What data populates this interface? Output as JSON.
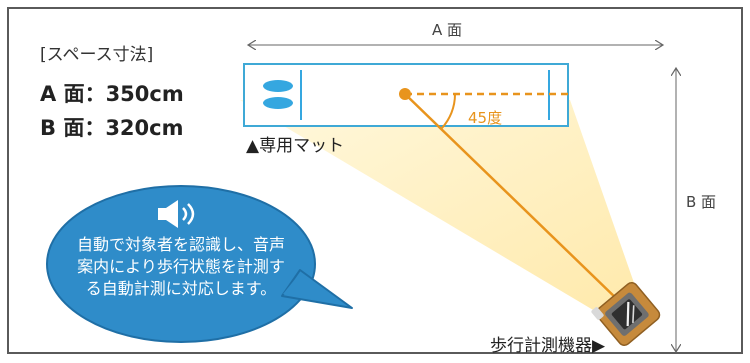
{
  "space_title": "[スペース寸法]",
  "dimension_a": "A 面：350cm",
  "dimension_b": "B 面：320cm",
  "top_label": "A 面",
  "side_label": "B 面",
  "mat_label": "▲専用マット",
  "angle_label": "45度",
  "device_label": "歩行計測機器▶",
  "bubble_text": "自動で対象者を認識し、音声案内により歩行状態を計測する自動計測に対応します。",
  "colors": {
    "border": "#5a5a5a",
    "mat_border": "#3fa9d6",
    "mat_marker": "#35a7e0",
    "beam": "#e8941d",
    "bubble_fill": "#2f8cc9",
    "bubble_stroke": "#1f6fa6",
    "cone": "#fff2cc",
    "device_body": "#c68a3c"
  },
  "icons": [
    "speaker-icon",
    "dot-icon"
  ]
}
